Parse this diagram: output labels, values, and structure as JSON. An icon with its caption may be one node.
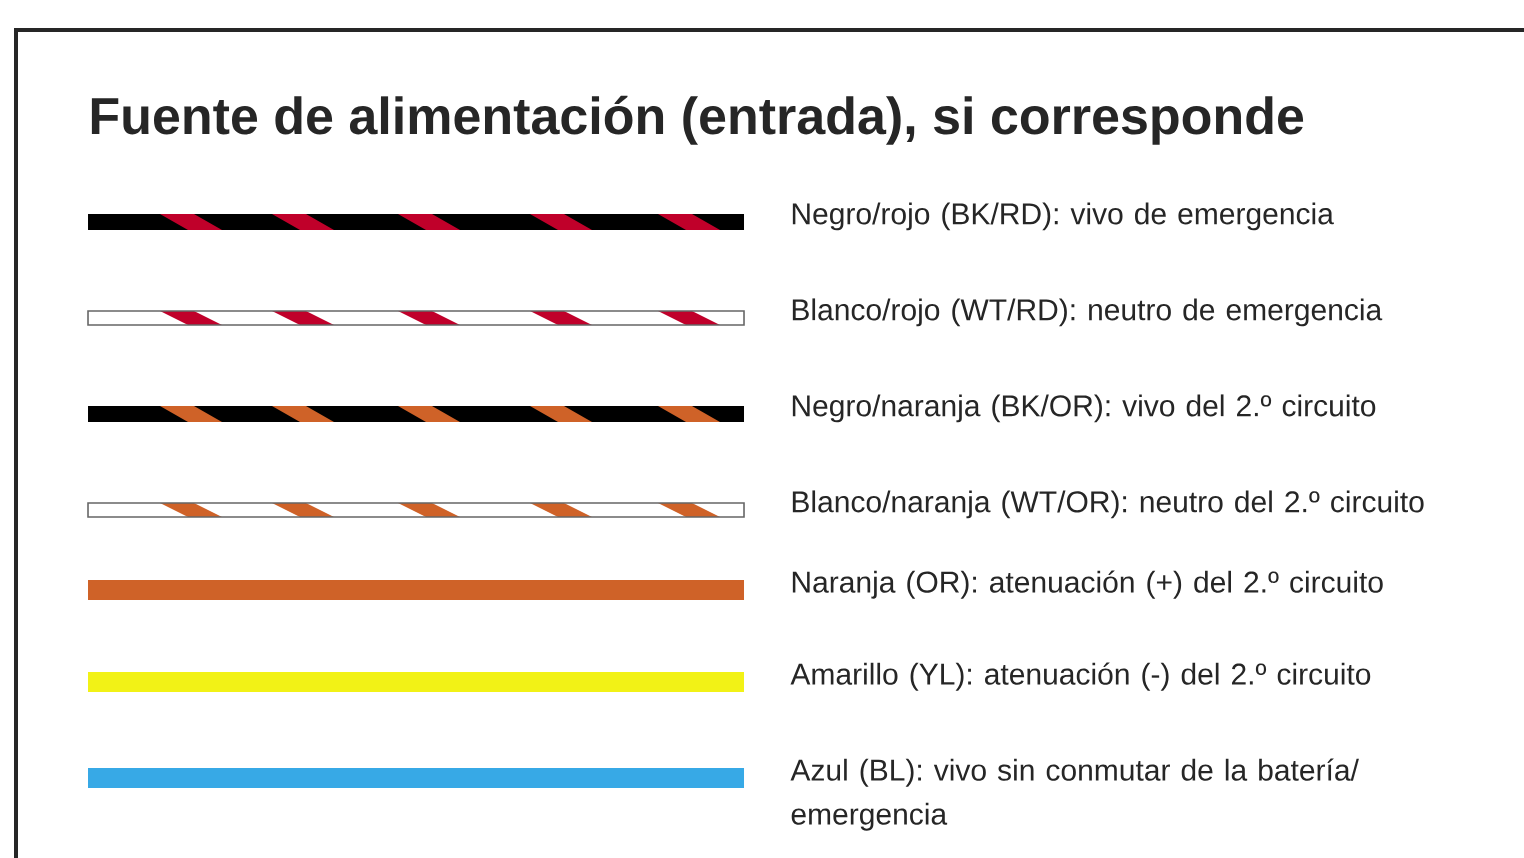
{
  "diagram": {
    "title": "Fuente de alimentación (entrada), si corresponde",
    "legend": [
      {
        "text": "Negro/rojo (BK/RD): vivo de emergencia"
      },
      {
        "text": "Blanco/rojo (WT/RD): neutro de emergencia"
      },
      {
        "text": "Negro/naranja (BK/OR): vivo del 2.º circuito"
      },
      {
        "text": "Blanco/naranja (WT/OR): neutro del 2.º circuito"
      },
      {
        "text": "Naranja (OR): atenuación (+) del 2.º circuito",
        "color": "#cf6228"
      },
      {
        "text": "Amarillo (YL): atenuación (-) del 2.º circuito",
        "color": "#f2f216"
      },
      {
        "text": "Azul (BL): vivo sin conmutar de la batería/ emergencia",
        "color": "#37a9e6"
      }
    ]
  }
}
